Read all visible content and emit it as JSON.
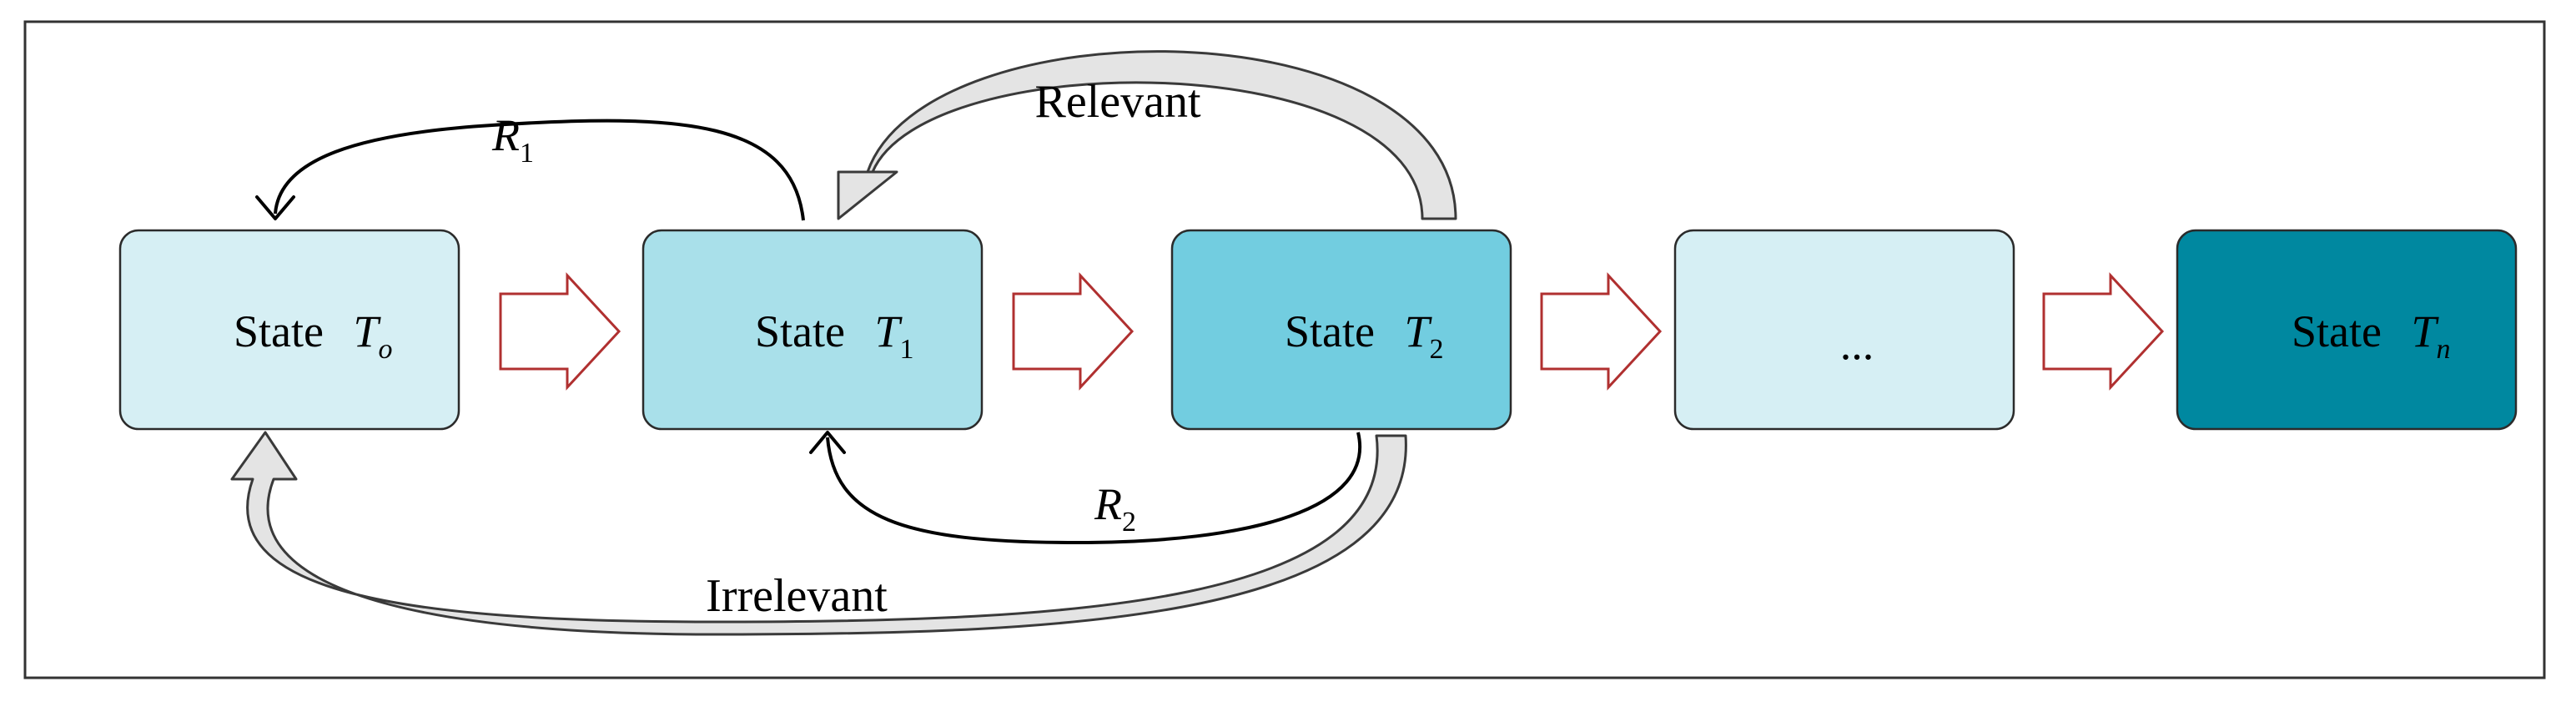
{
  "states": [
    {
      "id": "t0",
      "prefix": "State",
      "symbol": "T",
      "subscript": "o",
      "subscript_italic": true,
      "fill": "#d6eff4"
    },
    {
      "id": "t1",
      "prefix": "State",
      "symbol": "T",
      "subscript": "1",
      "subscript_italic": false,
      "fill": "#a9e0ea"
    },
    {
      "id": "t2",
      "prefix": "State",
      "symbol": "T",
      "subscript": "2",
      "subscript_italic": false,
      "fill": "#72cde0"
    },
    {
      "id": "ellipsis",
      "text": "...",
      "fill": "#d6eff4"
    },
    {
      "id": "tn",
      "prefix": "State",
      "symbol": "T",
      "subscript": "n",
      "subscript_italic": true,
      "fill": "#0088a0"
    }
  ],
  "edges": {
    "r1": {
      "symbol": "R",
      "subscript": "1"
    },
    "r2": {
      "symbol": "R",
      "subscript": "2"
    },
    "relevant": {
      "label": "Relevant"
    },
    "irrelevant": {
      "label": "Irrelevant"
    }
  },
  "colors": {
    "box_stroke": "#2b2b2b",
    "forward_arrow_stroke": "#b03030",
    "feedback_arrow_fill": "#e4e4e4",
    "frame_stroke": "#333333"
  }
}
